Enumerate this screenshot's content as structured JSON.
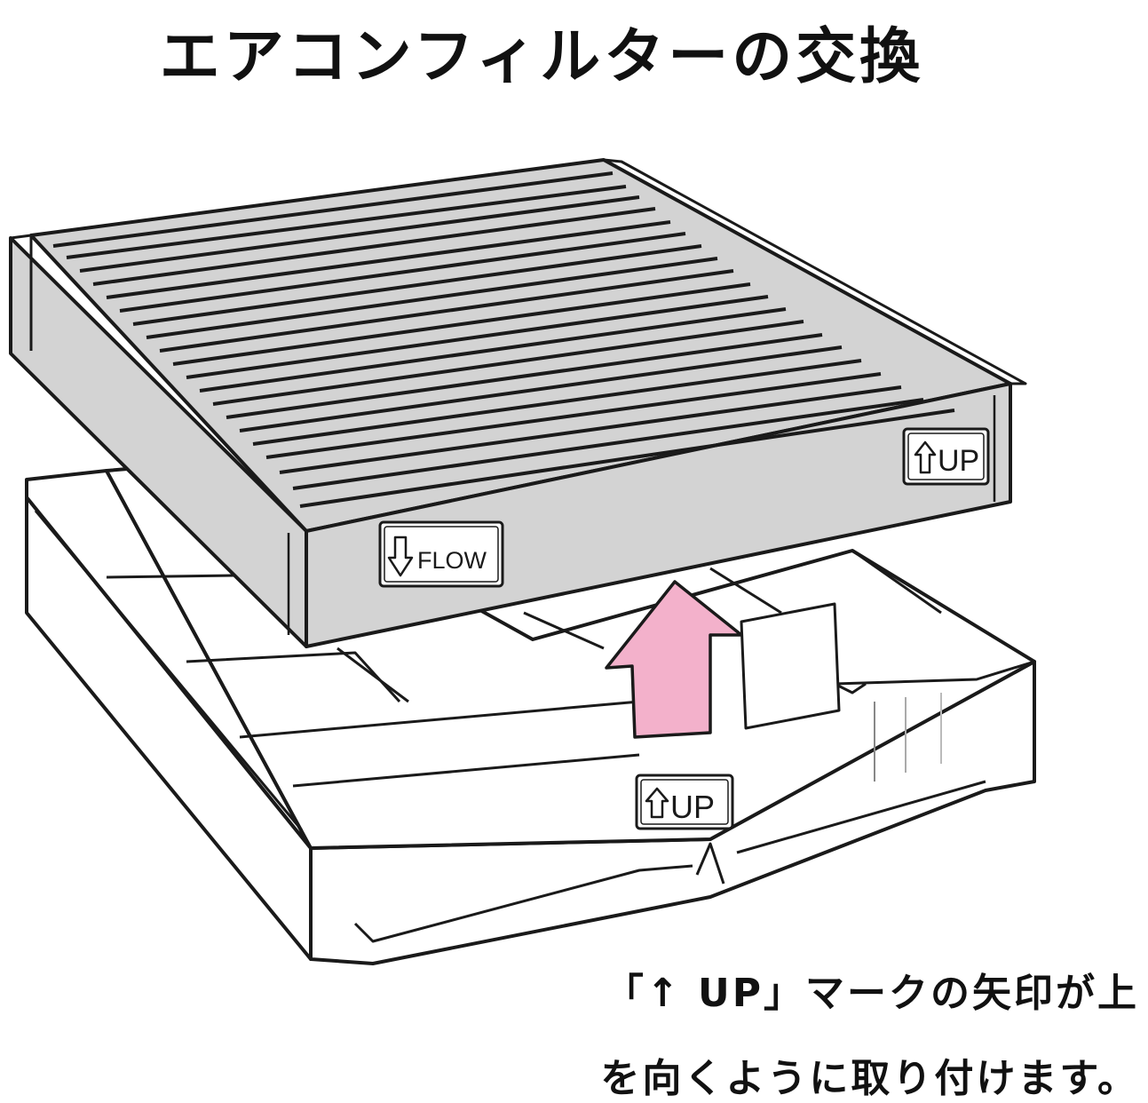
{
  "title": "エアコンフィルターの交換",
  "filter": {
    "label_up": "UP",
    "label_flow": "FLOW"
  },
  "housing": {
    "label_up": "UP"
  },
  "instructions": {
    "line1": "「↑ UP」マークの矢印が上",
    "line2": "を向くように取り付けます。"
  },
  "colors": {
    "filter_body": "#d3d3d3",
    "arrow": "#f3b1cb",
    "outline": "#1a1a1a"
  }
}
